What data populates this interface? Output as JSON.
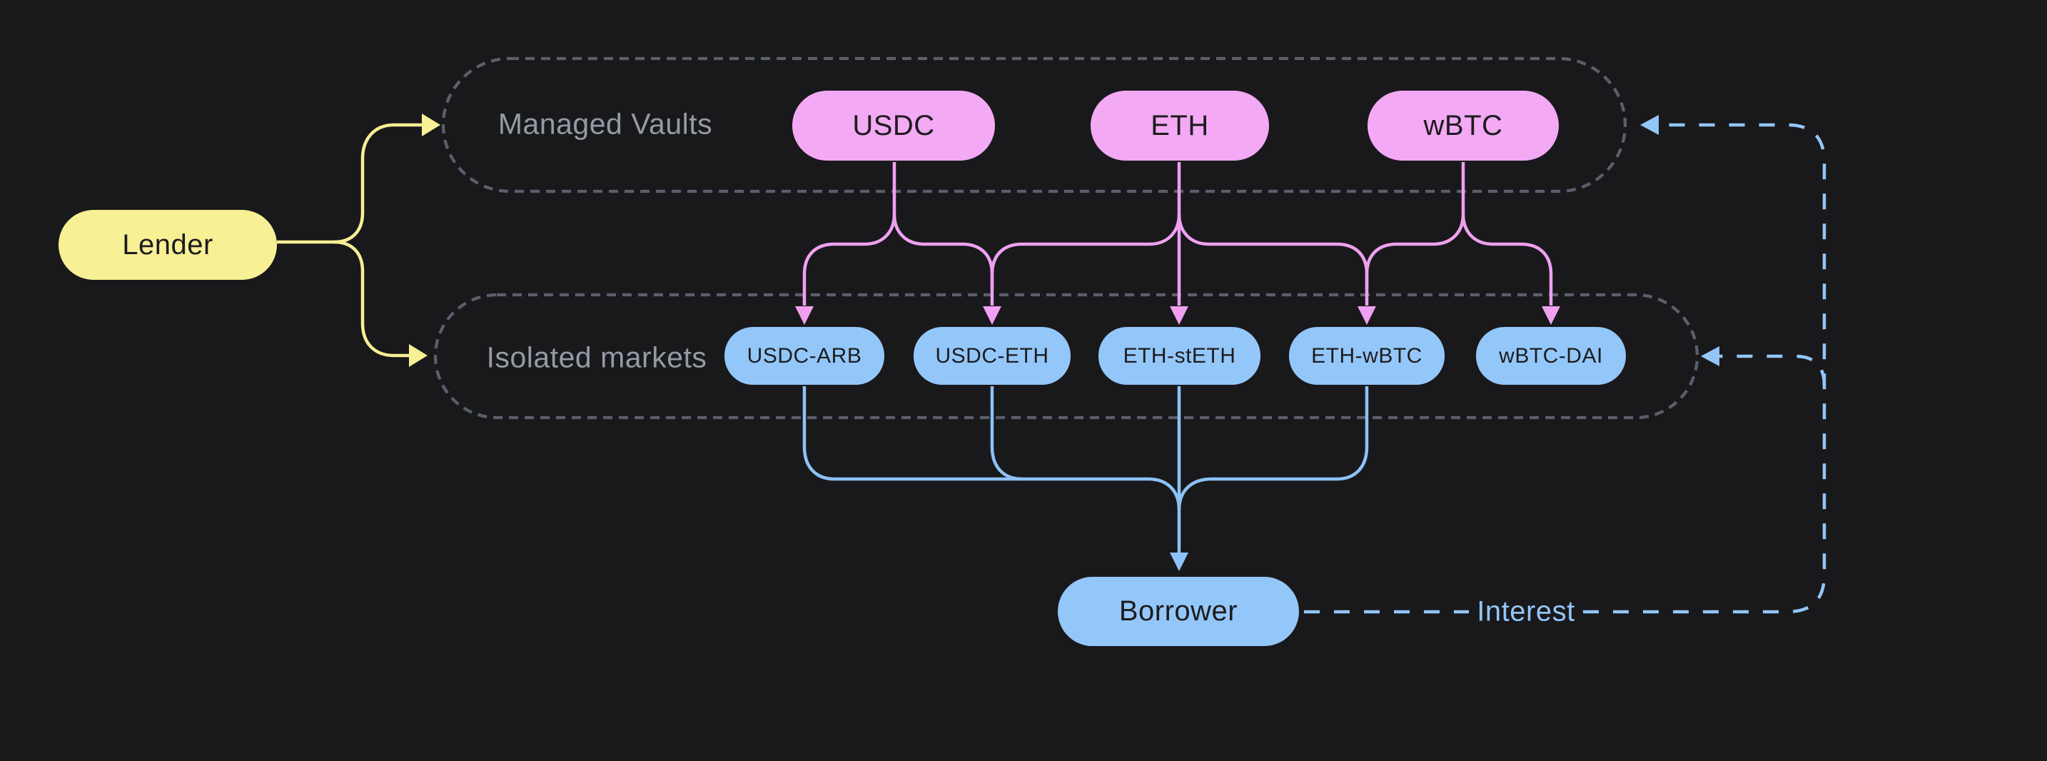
{
  "diagram": {
    "lender_label": "Lender",
    "borrower_label": "Borrower",
    "interest_label": "Interest",
    "managed_vaults": {
      "label": "Managed Vaults",
      "items": [
        "USDC",
        "ETH",
        "wBTC"
      ]
    },
    "isolated_markets": {
      "label": "Isolated markets",
      "items": [
        "USDC-ARB",
        "USDC-ETH",
        "ETH-stETH",
        "ETH-wBTC",
        "wBTC-DAI"
      ]
    }
  },
  "colors": {
    "bg": "#19191b",
    "node_text": "#1c1c1e",
    "yellow": "#f7f094",
    "pink": "#f4a9f4",
    "pink_line": "#efa0f0",
    "blue": "#94c7f9",
    "blue_line": "#8cc2f7",
    "interest": "#93c6f8",
    "dash_gray": "#59606c",
    "label_gray": "#939ba6"
  }
}
